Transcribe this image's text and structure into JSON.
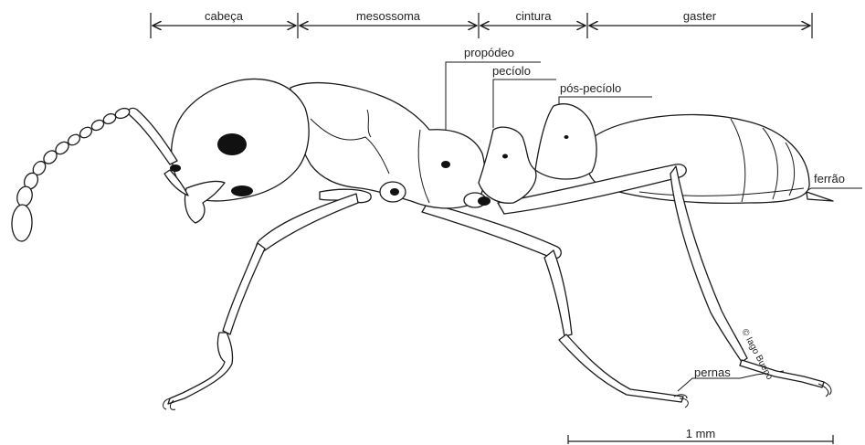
{
  "segments": {
    "head": "cabeça",
    "mesosoma": "mesossoma",
    "waist": "cintura",
    "gaster": "gaster"
  },
  "parts": {
    "propodeum": "propódeo",
    "petiole": "pecíolo",
    "postpetiole": "pós-pecíolo",
    "stinger": "ferrão",
    "legs": "pernas"
  },
  "scale_bar": {
    "label": "1 mm"
  },
  "credit": "© Iago Bueno"
}
